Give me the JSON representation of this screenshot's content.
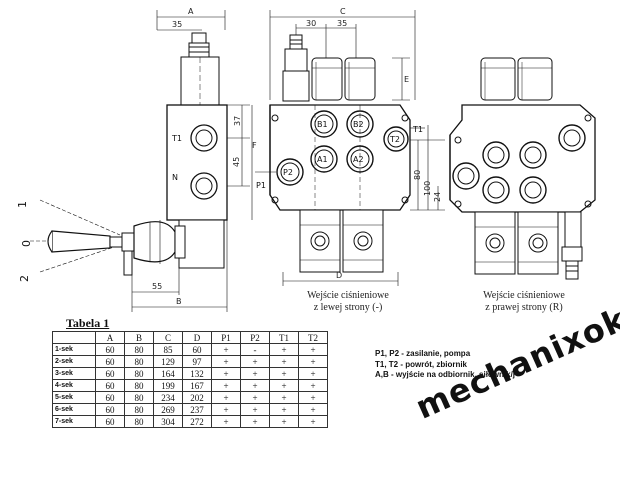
{
  "dimensions": {
    "a": "A",
    "a_35": "35",
    "c": "C",
    "c_30": "30",
    "c_35": "35",
    "e": "E",
    "f": "F",
    "d_37": "37",
    "d_45": "45",
    "d_55": "55",
    "b": "B",
    "d": "D",
    "d_80": "80",
    "d_100": "100",
    "d_24": "24"
  },
  "ports": {
    "t1_side": "T1",
    "n_side": "N",
    "b1": "B1",
    "b2": "B2",
    "a1": "A1",
    "a2": "A2",
    "p2": "P2",
    "t2": "T2",
    "p1": "P1",
    "t1_front": "T1"
  },
  "lever_positions": [
    "1",
    "0",
    "2"
  ],
  "captions": {
    "left_line1": "Wejście ciśnieniowe",
    "left_line2": "z lewej strony (-)",
    "right_line1": "Wejście ciśnieniowe",
    "right_line2": "z prawej strony (R)"
  },
  "table": {
    "title": "Tabela 1",
    "headers": [
      "",
      "A",
      "B",
      "C",
      "D",
      "P1",
      "P2",
      "T1",
      "T2"
    ],
    "rows": [
      [
        "1-sek",
        "60",
        "80",
        "85",
        "60",
        "+",
        "-",
        "+",
        "+"
      ],
      [
        "2-sek",
        "60",
        "80",
        "129",
        "97",
        "+",
        "+",
        "+",
        "+"
      ],
      [
        "3-sek",
        "60",
        "80",
        "164",
        "132",
        "+",
        "+",
        "+",
        "+"
      ],
      [
        "4-sek",
        "60",
        "80",
        "199",
        "167",
        "+",
        "+",
        "+",
        "+"
      ],
      [
        "5-sek",
        "60",
        "80",
        "234",
        "202",
        "+",
        "+",
        "+",
        "+"
      ],
      [
        "6-sek",
        "60",
        "80",
        "269",
        "237",
        "+",
        "+",
        "+",
        "+"
      ],
      [
        "7-sek",
        "60",
        "80",
        "304",
        "272",
        "+",
        "+",
        "+",
        "+"
      ]
    ]
  },
  "legend": [
    "P1, P2 - zasilanie, pompa",
    "T1, T2 - powrót, zbiornik",
    "A,B - wyjście na odbiornik, siłownik/j"
  ],
  "watermark": "mechanixoka"
}
